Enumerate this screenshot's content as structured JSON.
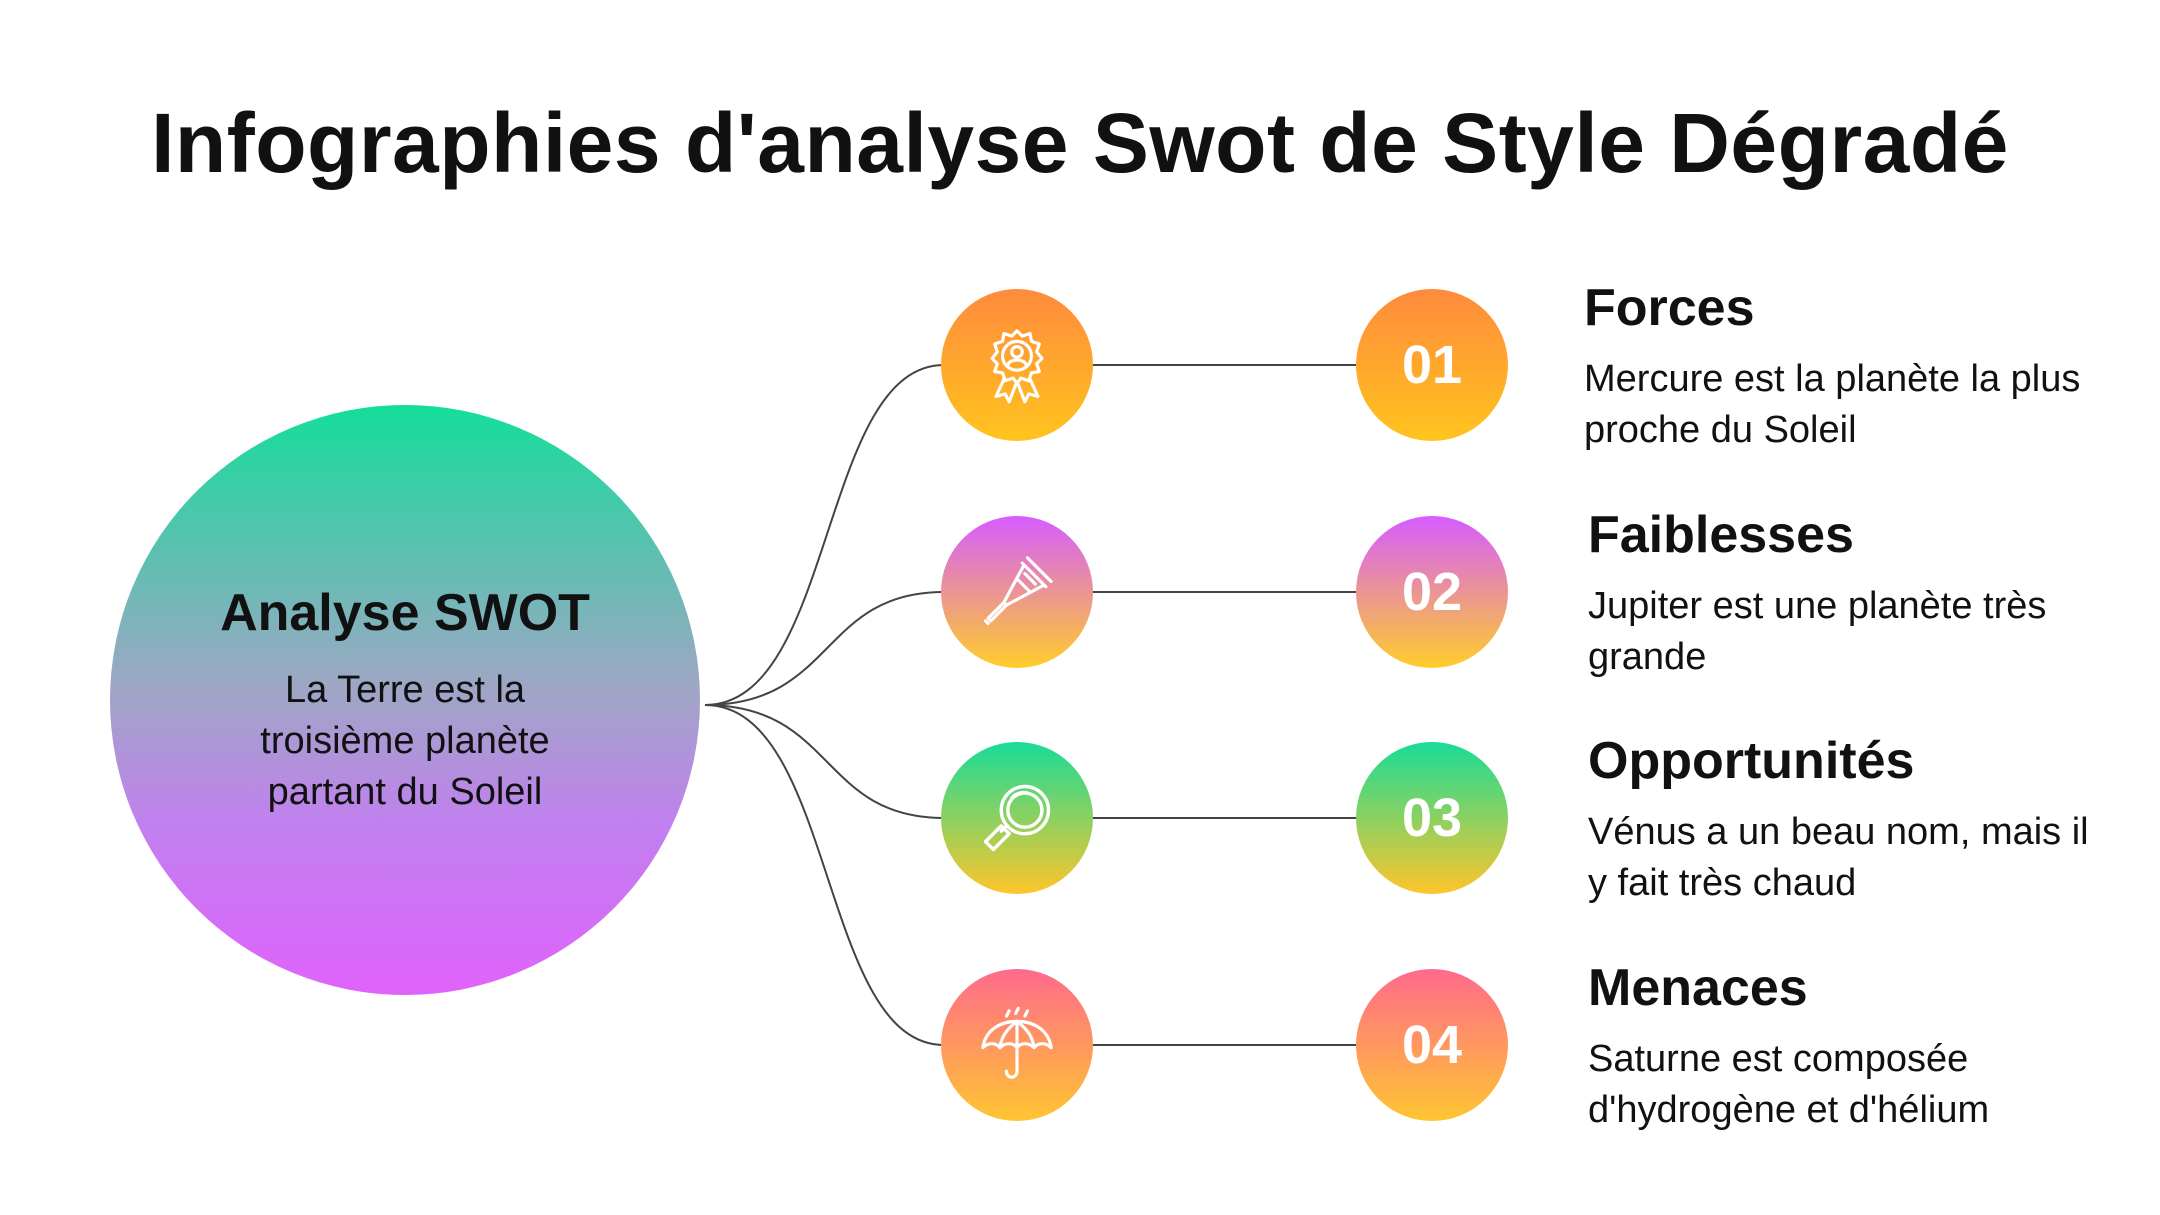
{
  "title": "Infographies d'analyse Swot de Style Dégradé",
  "center": {
    "title": "Analyse SWOT",
    "text": "La Terre est la troisième planète partant du Soleil"
  },
  "items": [
    {
      "number": "01",
      "icon": "award-badge-icon",
      "title": "Forces",
      "text": "Mercure est la planète la plus proche du Soleil",
      "gradient": [
        "#ff8a3c",
        "#ffc41e"
      ]
    },
    {
      "number": "02",
      "icon": "crutch-icon",
      "title": "Faiblesses",
      "text": "Jupiter est une planète très grande",
      "gradient": [
        "#d65cff",
        "#ffcd2a"
      ]
    },
    {
      "number": "03",
      "icon": "magnifier-icon",
      "title": "Opportunités",
      "text": "Vénus a un beau nom, mais il y fait très chaud",
      "gradient": [
        "#18dc98",
        "#ffc52a"
      ]
    },
    {
      "number": "04",
      "icon": "umbrella-icon",
      "title": "Menaces",
      "text": "Saturne est composée d'hydrogène et d'hélium",
      "gradient": [
        "#ff6a8c",
        "#ffc531"
      ]
    }
  ]
}
